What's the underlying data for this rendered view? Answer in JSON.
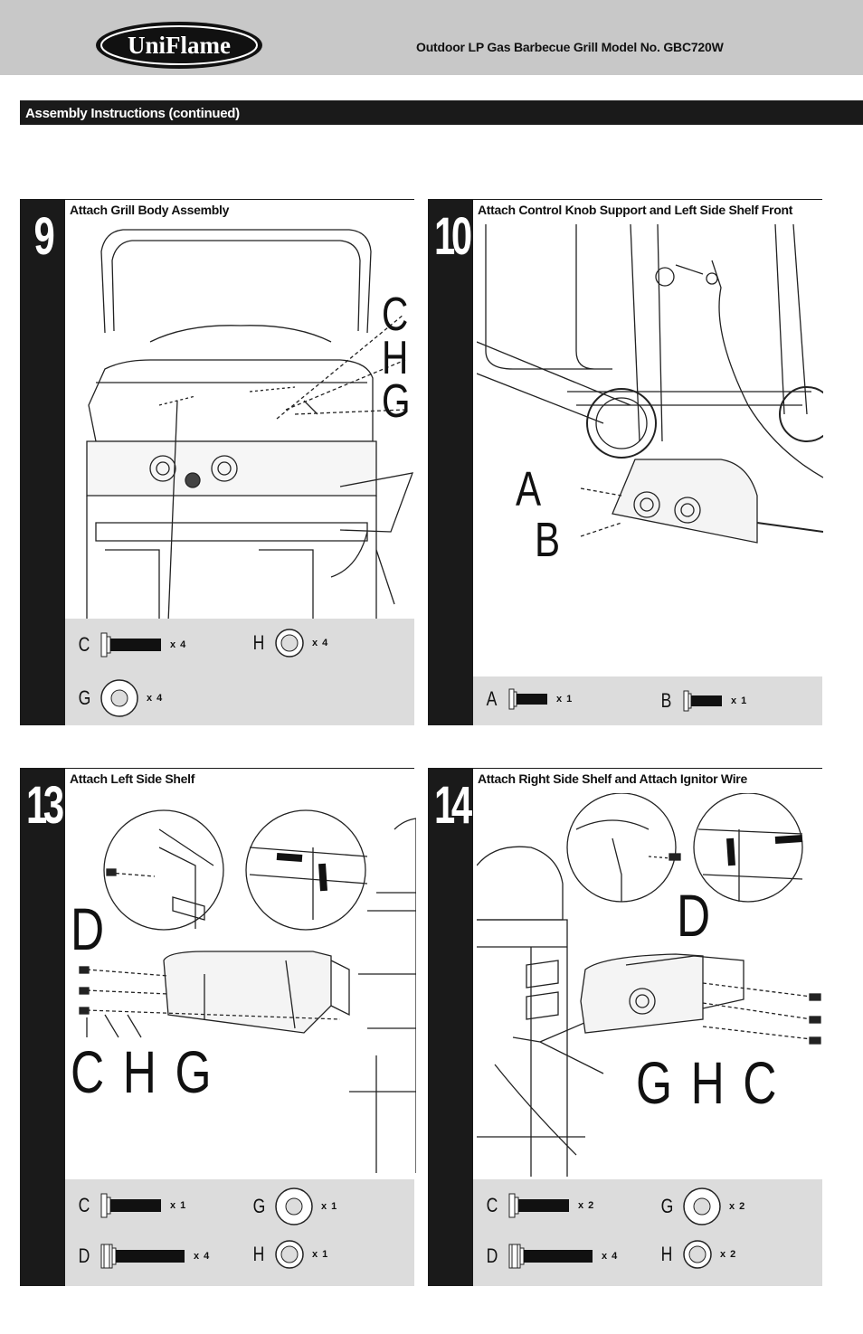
{
  "header": {
    "logo_text": "UniFlame",
    "document_title": "Outdoor LP Gas Barbecue Grill  Model No. GBC720W"
  },
  "section_title": "Assembly Instructions (continued)",
  "steps": [
    {
      "number": "9",
      "title": "Attach Grill Body Assembly",
      "callouts": [
        "C",
        "H",
        "G"
      ],
      "parts": [
        {
          "letter": "C",
          "qty": "x 4",
          "icon": "bolt-icon"
        },
        {
          "letter": "H",
          "qty": "x 4",
          "icon": "lock-washer-icon"
        },
        {
          "letter": "G",
          "qty": "x 4",
          "icon": "flat-washer-icon"
        }
      ]
    },
    {
      "number": "10",
      "title": "Attach Control Knob Support and Left Side Shelf Front",
      "callouts": [
        "A",
        "B"
      ],
      "parts": [
        {
          "letter": "A",
          "qty": "x 1",
          "icon": "screw-icon"
        },
        {
          "letter": "B",
          "qty": "x 1",
          "icon": "screw-icon"
        }
      ]
    },
    {
      "number": "13",
      "title": "Attach Left Side Shelf",
      "callouts": [
        "D",
        "C H G"
      ],
      "parts": [
        {
          "letter": "C",
          "qty": "x 1",
          "icon": "bolt-icon"
        },
        {
          "letter": "G",
          "qty": "x 1",
          "icon": "flat-washer-icon"
        },
        {
          "letter": "D",
          "qty": "x 4",
          "icon": "hex-bolt-icon"
        },
        {
          "letter": "H",
          "qty": "x 1",
          "icon": "lock-washer-icon"
        }
      ]
    },
    {
      "number": "14",
      "title": "Attach Right Side Shelf and Attach Ignitor Wire",
      "callouts": [
        "D",
        "G H C"
      ],
      "parts": [
        {
          "letter": "C",
          "qty": "x 2",
          "icon": "bolt-icon"
        },
        {
          "letter": "G",
          "qty": "x 2",
          "icon": "flat-washer-icon"
        },
        {
          "letter": "D",
          "qty": "x 4",
          "icon": "hex-bolt-icon"
        },
        {
          "letter": "H",
          "qty": "x 2",
          "icon": "lock-washer-icon"
        }
      ]
    }
  ]
}
